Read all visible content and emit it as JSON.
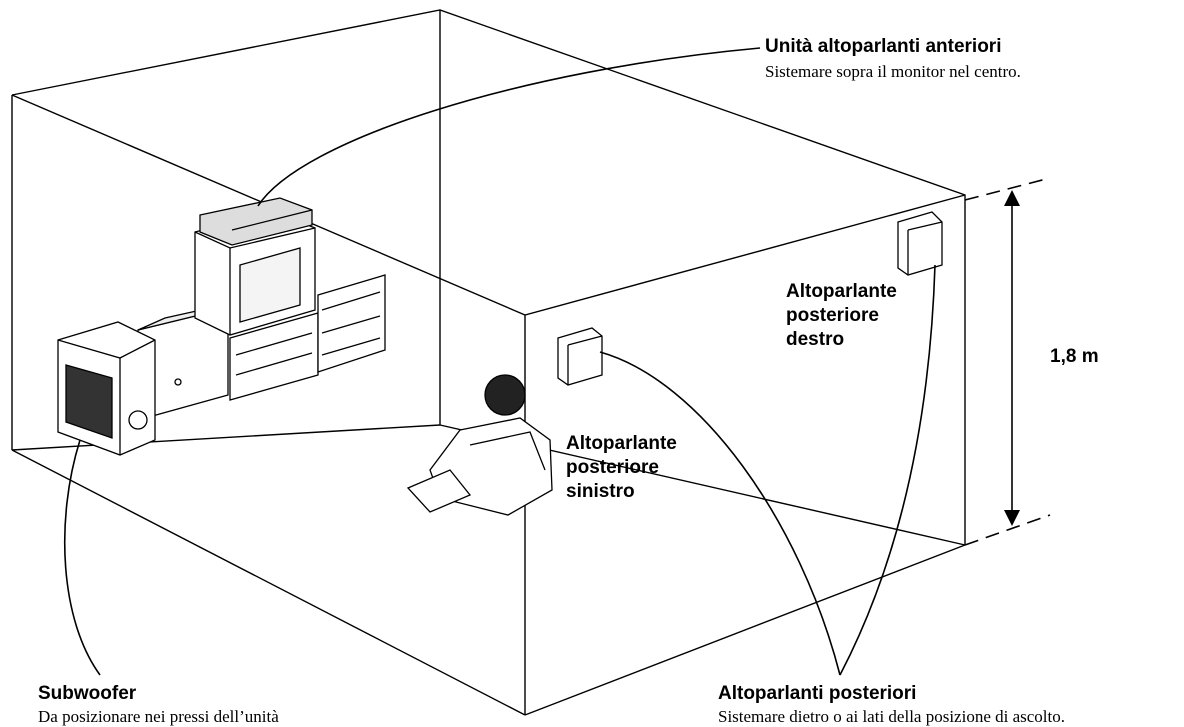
{
  "front_speakers": {
    "title": "Unità altoparlanti anteriori",
    "note": "Sistemare sopra il monitor nel centro."
  },
  "rear_right": {
    "line1": "Altoparlante",
    "line2": "posteriore",
    "line3": "destro"
  },
  "rear_left": {
    "line1": "Altoparlante",
    "line2": "posteriore",
    "line3": "sinistro"
  },
  "height_label": "1,8 m",
  "subwoofer": {
    "title": "Subwoofer",
    "note": "Da posizionare nei pressi dell’unità"
  },
  "rear_speakers": {
    "title": "Altoparlanti posteriori",
    "note": "Sistemare dietro o ai lati della posizione di ascolto."
  }
}
